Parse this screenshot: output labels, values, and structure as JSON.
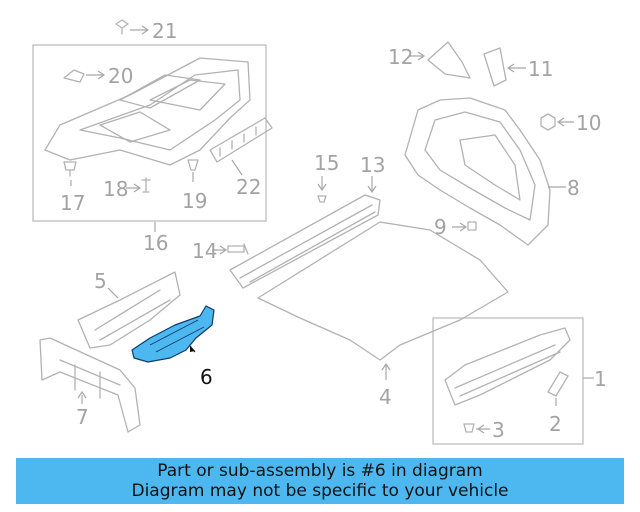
{
  "diagram": {
    "highlight_color": "#4db8f0",
    "labels": {
      "l1": "1",
      "l2": "2",
      "l3": "3",
      "l4": "4",
      "l5": "5",
      "l6": "6",
      "l7": "7",
      "l8": "8",
      "l9": "9",
      "l10": "10",
      "l11": "11",
      "l12": "12",
      "l13": "13",
      "l14": "14",
      "l15": "15",
      "l16": "16",
      "l17": "17",
      "l18": "18",
      "l19": "19",
      "l20": "20",
      "l21": "21",
      "l22": "22"
    }
  },
  "banner": {
    "line1": "Part or sub-assembly is #6 in diagram",
    "line2": "Diagram may not be specific to your vehicle",
    "color": "#4db8f0"
  }
}
